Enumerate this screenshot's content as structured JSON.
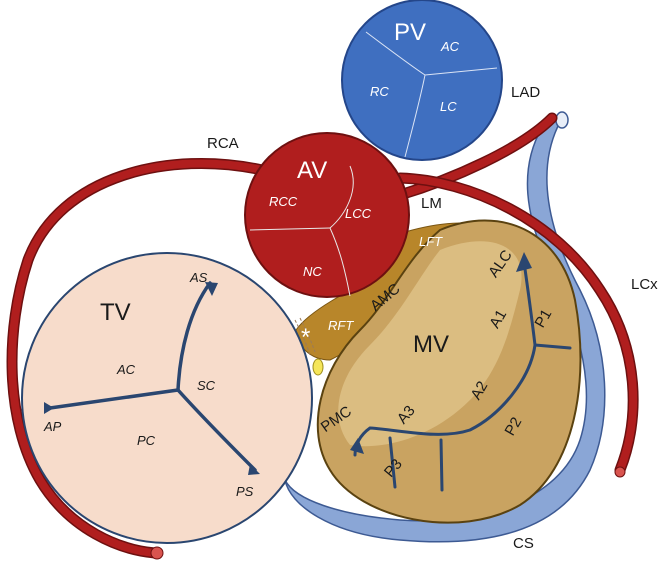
{
  "colors": {
    "pulmonary_valve": "#3f6fc0",
    "aortic_valve": "#b01e1e",
    "coronary_artery": "#a01c1c",
    "coronary_sinus": "#8aa6d6",
    "tricuspid_valve": "#f7dccb",
    "mitral_valve": "#c9a361",
    "fibrous_trigone": "#b8862a",
    "leaflet_line": "#2a4670"
  },
  "labels": {
    "pv": "PV",
    "pv_ac": "AC",
    "pv_rc": "RC",
    "pv_lc": "LC",
    "av": "AV",
    "av_rcc": "RCC",
    "av_lcc": "LCC",
    "av_nc": "NC",
    "lad": "LAD",
    "rca": "RCA",
    "lm": "LM",
    "lcx": "LCx",
    "cs": "CS",
    "lft": "LFT",
    "rft": "RFT",
    "amc": "AMC",
    "tv": "TV",
    "tv_as": "AS",
    "tv_ac": "AC",
    "tv_sc": "SC",
    "tv_ap": "AP",
    "tv_pc": "PC",
    "tv_ps": "PS",
    "mv": "MV",
    "mv_alc": "ALC",
    "mv_pmc": "PMC",
    "mv_a1": "A1",
    "mv_a2": "A2",
    "mv_a3": "A3",
    "mv_p1": "P1",
    "mv_p2": "P2",
    "mv_p3": "P3",
    "his_marker": "*"
  }
}
